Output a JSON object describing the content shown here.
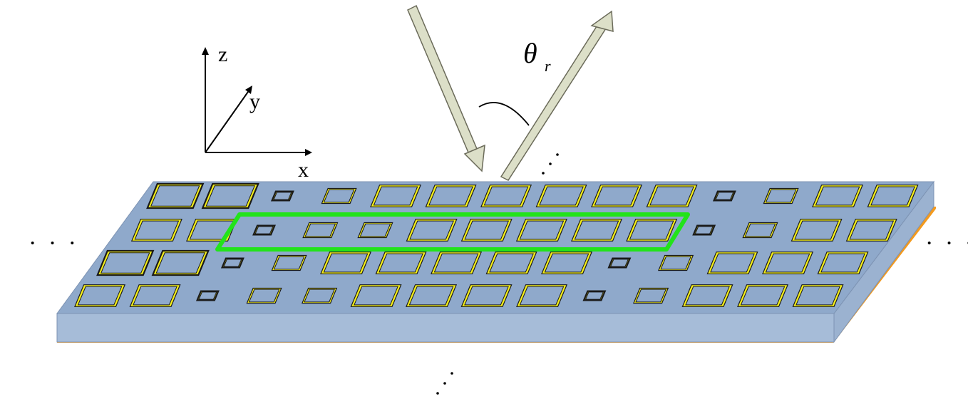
{
  "axes": {
    "x_label": "x",
    "y_label": "y",
    "z_label": "z"
  },
  "angle_label": "θ",
  "angle_subscript": "r",
  "ellipsis": {
    "left": "· · ·",
    "right": "· · ·"
  },
  "colors": {
    "substrate_top": "#8fa9cb",
    "substrate_side": "#a6bcd8",
    "ground_plane": "#f39a1e",
    "element_fill": "#f5ef1a",
    "element_inner": "#8fa9cb",
    "highlight": "#22e31a",
    "arrow_fill": "#dcdfc8",
    "arrow_stroke": "#6b6b5a"
  },
  "unit_cell_rows": [
    [
      "L",
      "L",
      "XS",
      "S",
      "M",
      "M",
      "M",
      "M",
      "M",
      "M",
      "XS",
      "S",
      "M",
      "M"
    ],
    [
      "M",
      "M",
      "XS",
      "S",
      "S",
      "M",
      "M",
      "M",
      "M",
      "M",
      "XS",
      "S",
      "M",
      "M"
    ],
    [
      "L",
      "L",
      "XS",
      "S",
      "M",
      "M",
      "M",
      "M",
      "M",
      "XS",
      "S",
      "M",
      "M",
      "M"
    ],
    [
      "M",
      "M",
      "XS",
      "S",
      "S",
      "M",
      "M",
      "M",
      "M",
      "XS",
      "S",
      "M",
      "M",
      "M"
    ]
  ]
}
